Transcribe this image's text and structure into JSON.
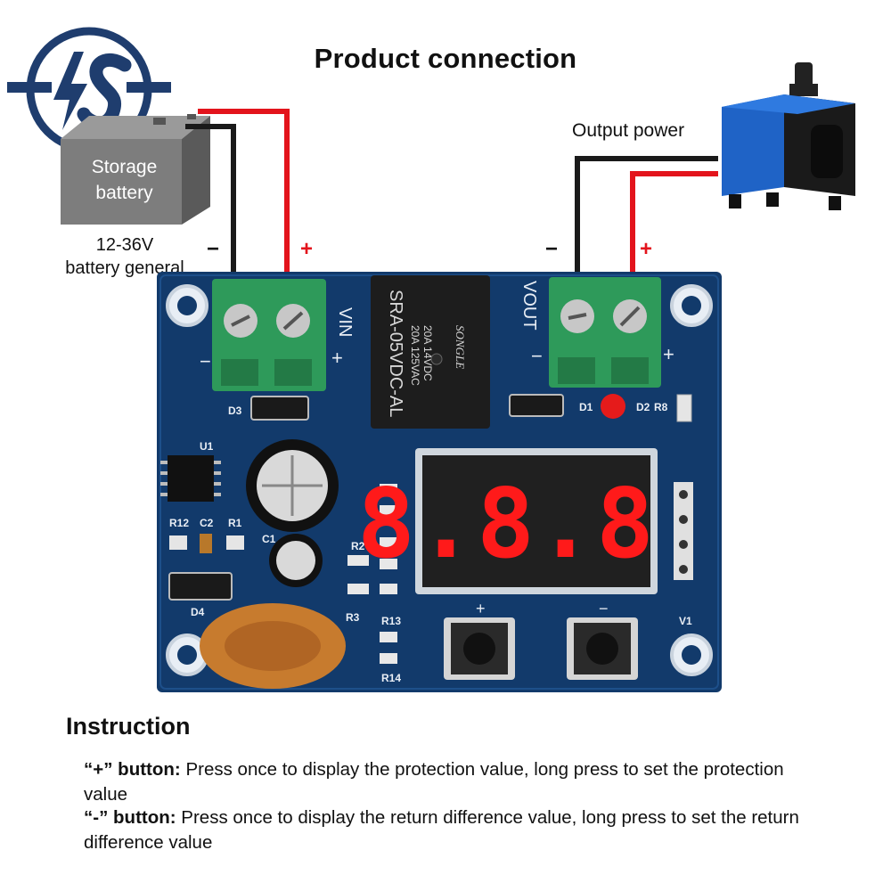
{
  "title": "Product connection",
  "battery": {
    "line1": "Storage",
    "line2": "battery",
    "voltage_line1": "12-36V",
    "voltage_line2": "battery general"
  },
  "output_label": "Output power",
  "polarity": {
    "minus": "−",
    "plus": "+"
  },
  "board": {
    "relay_model": "SRA-05VDC-AL",
    "relay_brand": "SONGLE",
    "relay_ratings": [
      "20A 14VDC",
      "20A 125VAC"
    ],
    "input_label": "VIN",
    "output_label": "VOUT",
    "display_digits": "8.8.8.",
    "component_labels": [
      "D3",
      "U1",
      "R12",
      "C2",
      "R1",
      "C1",
      "R2",
      "D4",
      "R3",
      "R13",
      "R14",
      "D1",
      "D2",
      "R8",
      "V1"
    ]
  },
  "instructions": {
    "heading": "Instruction",
    "plus_key": "“+” button:",
    "plus_text": " Press once to display the protection value, long press to set the protection value",
    "minus_key": "“-” button:",
    "minus_text": " Press once to display the return difference value, long press to set the return difference value"
  },
  "colors": {
    "board": "#123a6b",
    "terminal": "#2e9a5a",
    "wire_red": "#e3141c",
    "wire_black": "#1a1a1a",
    "logo": "#1f3d6e",
    "battery": "#7a7a7a",
    "pump_blue": "#1f63c6",
    "relay": "#1d1d1d",
    "display_red": "#ff1a1a"
  }
}
